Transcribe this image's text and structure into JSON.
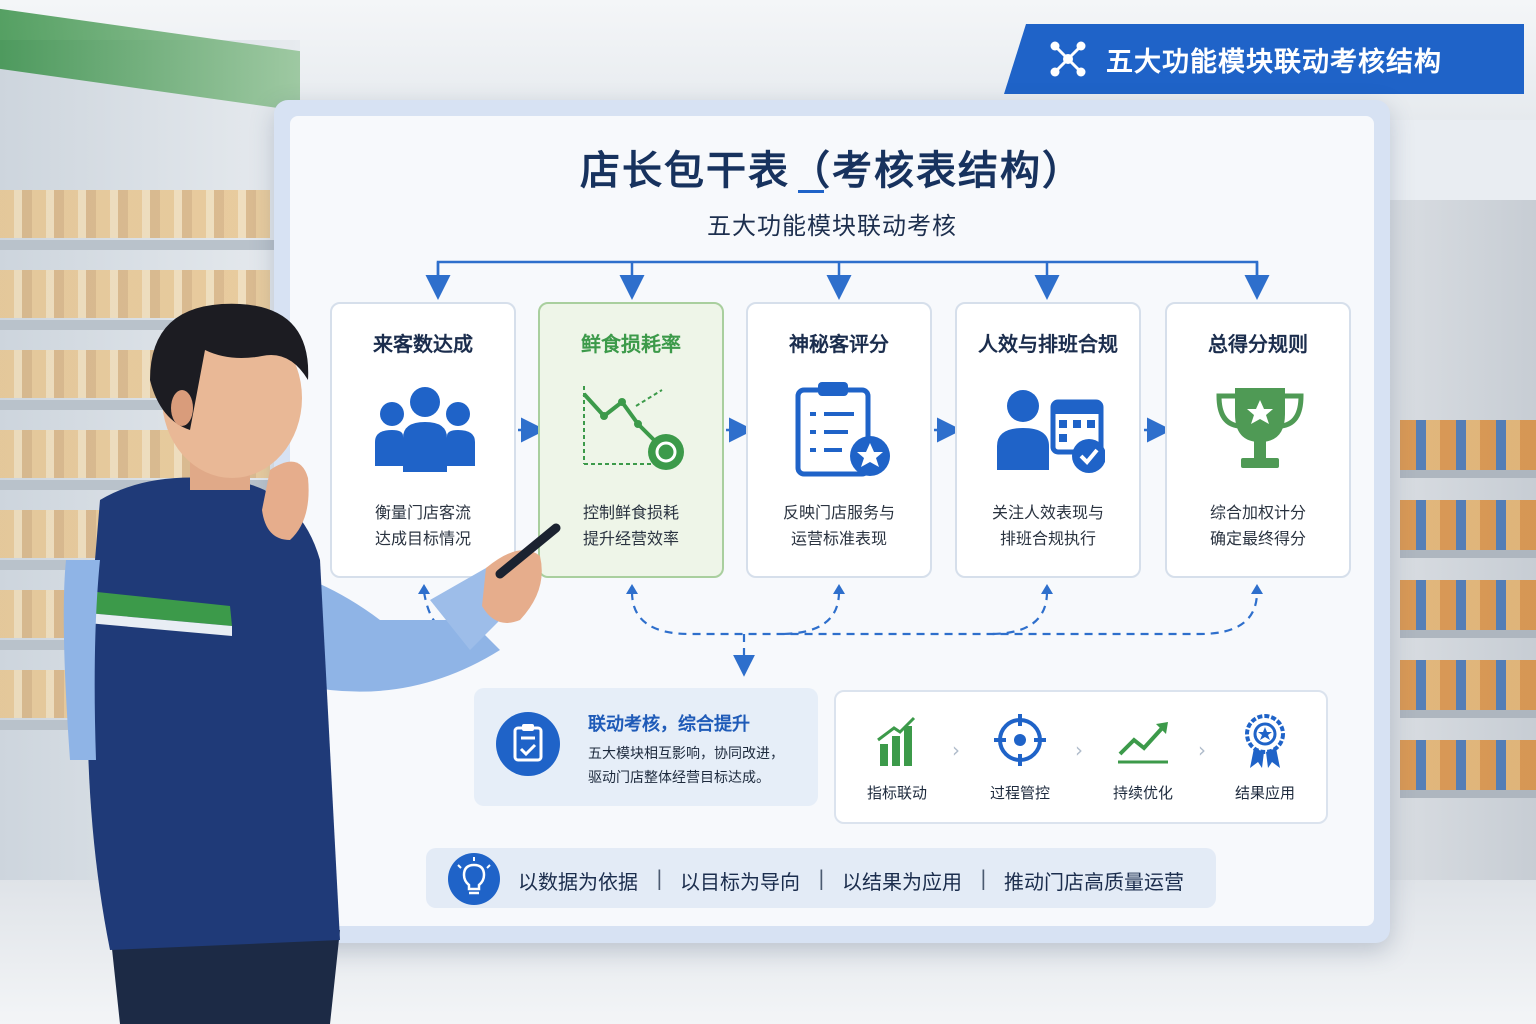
{
  "header_tag": {
    "icon": "network-icon",
    "text": "五大功能模块联动考核结构"
  },
  "board": {
    "title": "店长包干表（考核表结构）",
    "subtitle": "五大功能模块联动考核"
  },
  "modules": [
    {
      "title": "来客数达成",
      "icon": "people-group-icon",
      "desc_1": "衡量门店客流",
      "desc_2": "达成目标情况"
    },
    {
      "title": "鲜食损耗率",
      "icon": "downtrend-chart-icon",
      "desc_1": "控制鲜食损耗",
      "desc_2": "提升经营效率"
    },
    {
      "title": "神秘客评分",
      "icon": "clipboard-star-icon",
      "desc_1": "反映门店服务与",
      "desc_2": "运营标准表现"
    },
    {
      "title": "人效与排班合规",
      "icon": "person-calendar-icon",
      "desc_1": "关注人效表现与",
      "desc_2": "排班合规执行"
    },
    {
      "title": "总得分规则",
      "icon": "trophy-icon",
      "desc_1": "综合加权计分",
      "desc_2": "确定最终得分"
    }
  ],
  "summary": {
    "icon": "clipboard-check-icon",
    "title": "联动考核，综合提升",
    "desc_1": "五大模块相互影响，协同改进，",
    "desc_2": "驱动门店整体经营目标达成。"
  },
  "steps": [
    {
      "label": "指标联动",
      "icon": "bar-growth-icon"
    },
    {
      "label": "过程管控",
      "icon": "target-icon"
    },
    {
      "label": "持续优化",
      "icon": "trend-up-icon"
    },
    {
      "label": "结果应用",
      "icon": "award-badge-icon"
    }
  ],
  "motto": {
    "icon": "lightbulb-icon",
    "items": [
      "以数据为依据",
      "以目标为导向",
      "以结果为应用",
      "推动门店高质量运营"
    ],
    "separator": "|"
  },
  "colors": {
    "primary_blue": "#1f63c8",
    "dark_navy": "#17325e",
    "accent_green": "#3c9a4a",
    "highlight_green_bg": "#eef5e8"
  }
}
